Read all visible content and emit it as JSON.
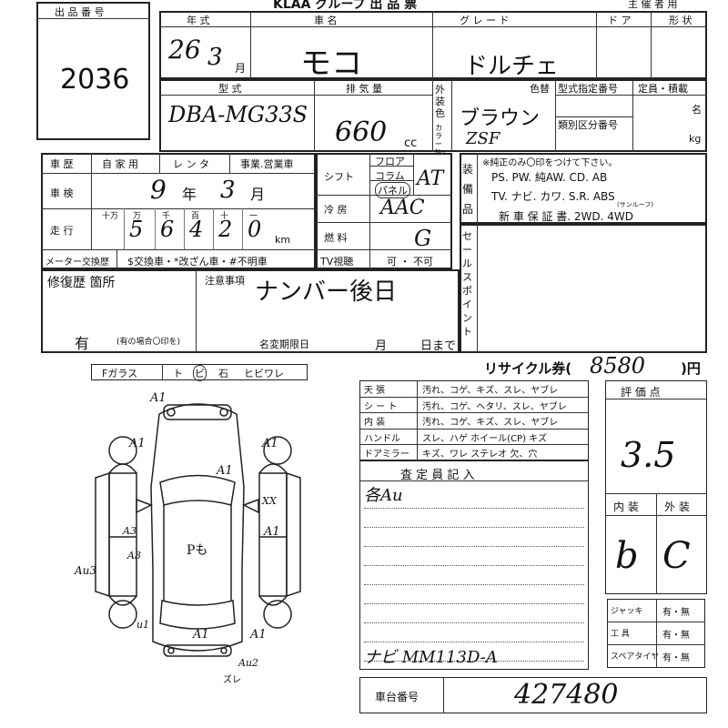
{
  "header": {
    "org_title": "KLAA グループ 出 品 票",
    "host_label": "主 催 者 用"
  },
  "lot": {
    "label": "出 品 番 号",
    "number": "2036"
  },
  "vehicle": {
    "year_label": "年 式",
    "year_value": "26",
    "month_value": "3",
    "month_unit": "月",
    "car_name_label": "車 名",
    "car_name_value": "モコ",
    "grade_label": "グ レ ー ド",
    "grade_value": "ドルチェ",
    "door_label": "ド ア",
    "body_label": "形 状",
    "model_label": "型 式",
    "model_value": "DBA-MG33S",
    "displacement_label": "排 気 量",
    "displacement_value": "660",
    "displacement_unit": "cc",
    "exterior_color_label": "外装色",
    "color_no_label": "カラーNo.",
    "color_value": "ブラウン",
    "color_code": "ZSF",
    "interior_color_label": "色替",
    "type_designation_label": "型式指定番号",
    "category_label": "類別区分番号",
    "capacity_label": "定員・積載",
    "capacity_unit_person": "名",
    "capacity_unit_kg": "kg"
  },
  "usage": {
    "history_label": "車 歴",
    "options": [
      "自 家 用",
      "レ ン タ",
      "事業.営業車"
    ]
  },
  "inspection": {
    "label": "車 検",
    "year_value": "9",
    "year_unit": "年",
    "month_value": "3",
    "month_unit": "月"
  },
  "mileage": {
    "label": "走 行",
    "units": [
      "十万",
      "万",
      "千",
      "百",
      "十",
      "一"
    ],
    "digits": [
      "5",
      "6",
      "4",
      "2",
      "0"
    ],
    "unit": "km"
  },
  "meter": {
    "label": "メーター交換歴",
    "text": "$交換車・*改ざん車・#不明車"
  },
  "repair": {
    "label": "修復歴 箇所",
    "value": "有",
    "note": "(有の場合〇印を)"
  },
  "notes": {
    "label": "注意事項",
    "value": "ナンバー後日",
    "name_change_label": "名変期限日",
    "month_unit": "月",
    "day_unit": "日まで"
  },
  "shift": {
    "label": "シフト",
    "options": [
      "フロア",
      "コラム",
      "パネル"
    ],
    "value": "AT"
  },
  "ac": {
    "label": "冷 房",
    "value": "AAC"
  },
  "fuel": {
    "label": "燃 料",
    "value": "G"
  },
  "tv": {
    "label": "TV視聴",
    "value": "可 ・ 不可"
  },
  "equipment": {
    "label": "装備品",
    "note": "※純正のみ〇印をつけて下さい。",
    "row1": "PS. PW. 純AW. CD. AB",
    "row2": "TV. ナビ. カワ. S.R. ABS",
    "sunroof_note": "(サンルーフ)",
    "row3": "新 車 保 証 書. 2WD. 4WD"
  },
  "sales_point": {
    "label": "セールスポイント"
  },
  "recycle": {
    "label": "リサイクル券(",
    "value": "8580",
    "unit": ")円"
  },
  "glass": {
    "options": [
      "Fガラス",
      "ト",
      "石",
      "ヒビワレ"
    ],
    "circled": "ビ"
  },
  "conditions": [
    {
      "label": "天 張",
      "text": "汚れ、コゲ、キズ、スレ、ヤブレ"
    },
    {
      "label": "シ ー ト",
      "text": "汚れ、コゲ、ヘタリ、スレ、ヤブレ"
    },
    {
      "label": "内 装",
      "text": "汚れ、コゲ、キズ、スレ、ヤブレ"
    },
    {
      "label": "ハンドル",
      "text": "スレ、ハゲ ホイール(CP) キズ"
    },
    {
      "label": "ドアミラー",
      "text": "キズ、ワレ ステレオ 欠、穴"
    }
  ],
  "inspector": {
    "label": "査 定 員 記 入",
    "line1": "各Au",
    "nav_note": "ナビ MM113D-A"
  },
  "rating": {
    "label": "評 価 点",
    "score": "3.5",
    "interior_label": "内 装",
    "exterior_label": "外 装",
    "interior_grade": "b",
    "exterior_grade": "C"
  },
  "tools": [
    {
      "label": "ジャッキ",
      "value": "有・無"
    },
    {
      "label": "工 具",
      "value": "有・無"
    },
    {
      "label": "スペアタイヤ",
      "value": "有・無"
    }
  ],
  "chassis": {
    "label": "車台番号",
    "value": "427480"
  },
  "damage_marks": {
    "a1_top": "A1",
    "a1_left": "A1",
    "a1_right": "A1",
    "a1_mid": "A1",
    "xx": "XX",
    "a3_left1": "A3",
    "a3_left2": "A3",
    "a1_side": "A1",
    "au3": "Au3",
    "pe": "Pも",
    "u1": "u1",
    "a1_bottom1": "A1",
    "a1_bottom2": "A1",
    "au2": "Au2",
    "zu": "ズレ"
  }
}
